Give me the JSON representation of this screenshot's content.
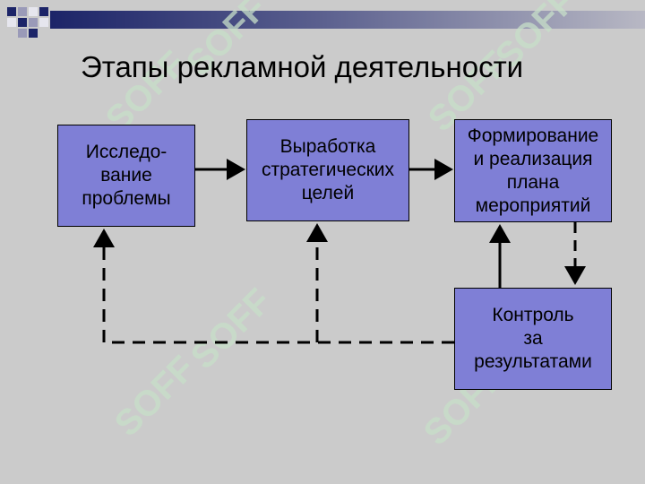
{
  "slide": {
    "title": "Этапы рекламной деятельности",
    "colors": {
      "background": "#cbcbcb",
      "box_fill": "#7f7fd6",
      "header_dark": "#1c2468",
      "watermark": "#c7dfc9"
    },
    "watermark_text": "SOFF",
    "boxes": {
      "research": "Исследо-\nвание\nпроблемы",
      "strategy": "Выработка\nстратегических\nцелей",
      "plan": "Формирование\nи реализация\nплана\nмероприятий",
      "control": "Контроль\nза\nрезультатами"
    }
  }
}
